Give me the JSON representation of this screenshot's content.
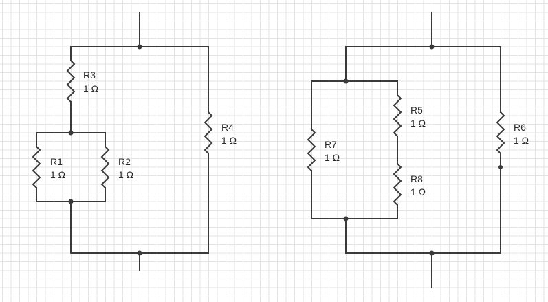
{
  "resistors": [
    {
      "id": "R1",
      "name": "R1",
      "value": "1 Ω"
    },
    {
      "id": "R2",
      "name": "R2",
      "value": "1 Ω"
    },
    {
      "id": "R3",
      "name": "R3",
      "value": "1 Ω"
    },
    {
      "id": "R4",
      "name": "R4",
      "value": "1 Ω"
    },
    {
      "id": "R5",
      "name": "R5",
      "value": "1 Ω"
    },
    {
      "id": "R6",
      "name": "R6",
      "value": "1 Ω"
    },
    {
      "id": "R7",
      "name": "R7",
      "value": "1 Ω"
    },
    {
      "id": "R8",
      "name": "R8",
      "value": "1 Ω"
    }
  ],
  "colors": {
    "wire": "#3a3a3a",
    "grid": "#e3e3e3",
    "background": "#ffffff"
  }
}
